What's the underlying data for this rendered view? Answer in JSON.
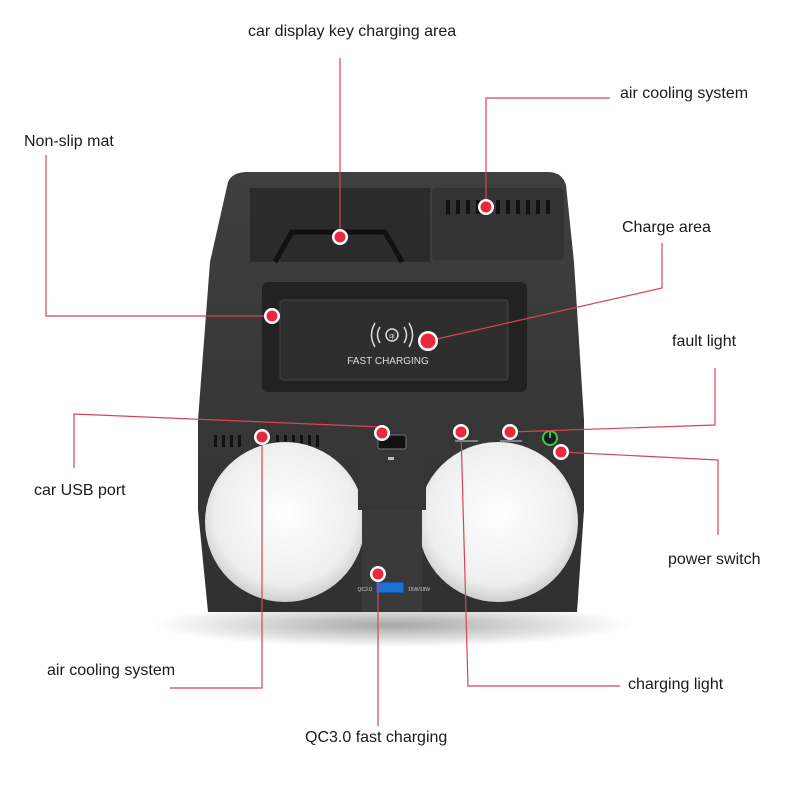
{
  "colors": {
    "body": "#3a3a3a",
    "body_dark": "#222222",
    "pad": "#2a2a2a",
    "marker": "#e8283c",
    "line": "#d64556",
    "cupholder": "#f3f3f3",
    "power_led": "#33cc44"
  },
  "labels": {
    "key_charging": "car display key charging area",
    "air_cooling_top": "air cooling system",
    "non_slip": "Non-slip mat",
    "charge_area": "Charge area",
    "fault_light": "fault light",
    "usb_port": "car USB port",
    "power_switch": "power switch",
    "air_cooling_bottom": "air cooling system",
    "charging_light": "charging light",
    "qc_fast": "QC3.0 fast charging"
  },
  "device": {
    "pad_text": "FAST CHARGING",
    "qi_symbol": "qi",
    "qc_port_label": "QC3.0",
    "qc_port_rating": "15W/18W"
  },
  "icons": {
    "wireless": "wireless-charging-icon",
    "power": "power-icon",
    "usb": "usb-port-icon"
  }
}
